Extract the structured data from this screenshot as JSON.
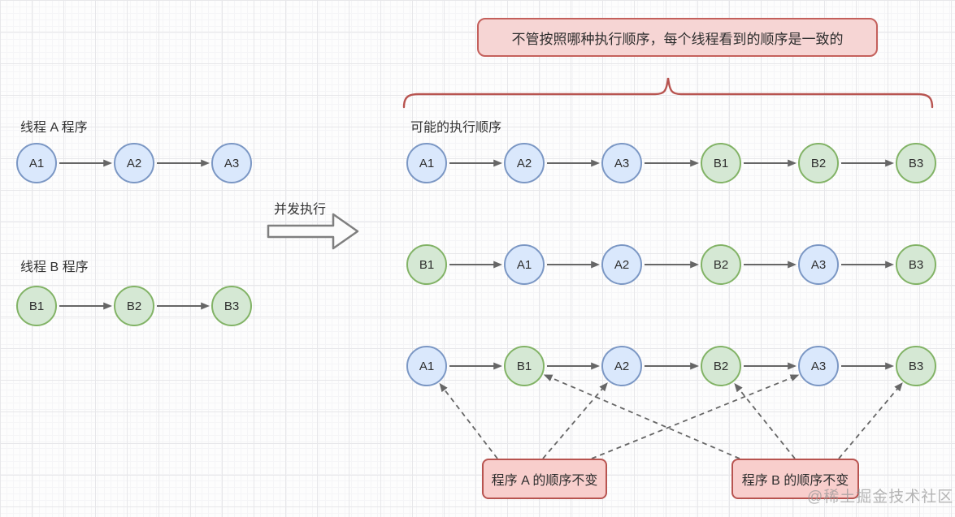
{
  "annotation_top": {
    "text": "不管按照哪种执行顺序，每个线程看到的顺序是一致的"
  },
  "left_panel": {
    "thread_a_label": "线程 A 程序",
    "thread_b_label": "线程 B 程序",
    "thread_a_nodes": [
      {
        "label": "A1",
        "type": "A"
      },
      {
        "label": "A2",
        "type": "A"
      },
      {
        "label": "A3",
        "type": "A"
      }
    ],
    "thread_b_nodes": [
      {
        "label": "B1",
        "type": "B"
      },
      {
        "label": "B2",
        "type": "B"
      },
      {
        "label": "B3",
        "type": "B"
      }
    ]
  },
  "concurrent_arrow": {
    "label": "并发执行"
  },
  "right_panel": {
    "title": "可能的执行顺序",
    "rows": [
      {
        "nodes": [
          {
            "label": "A1",
            "type": "A"
          },
          {
            "label": "A2",
            "type": "A"
          },
          {
            "label": "A3",
            "type": "A"
          },
          {
            "label": "B1",
            "type": "B"
          },
          {
            "label": "B2",
            "type": "B"
          },
          {
            "label": "B3",
            "type": "B"
          }
        ]
      },
      {
        "nodes": [
          {
            "label": "B1",
            "type": "B"
          },
          {
            "label": "A1",
            "type": "A"
          },
          {
            "label": "A2",
            "type": "A"
          },
          {
            "label": "B2",
            "type": "B"
          },
          {
            "label": "A3",
            "type": "A"
          },
          {
            "label": "B3",
            "type": "B"
          }
        ]
      },
      {
        "nodes": [
          {
            "label": "A1",
            "type": "A"
          },
          {
            "label": "B1",
            "type": "B"
          },
          {
            "label": "A2",
            "type": "A"
          },
          {
            "label": "B2",
            "type": "B"
          },
          {
            "label": "A3",
            "type": "A"
          },
          {
            "label": "B3",
            "type": "B"
          }
        ]
      }
    ]
  },
  "bottom_notes": {
    "program_a": {
      "text": "程序 A 的顺序不变",
      "targets": [
        "A1",
        "A2",
        "A3"
      ]
    },
    "program_b": {
      "text": "程序 B 的顺序不变",
      "targets": [
        "B1",
        "B2",
        "B3"
      ]
    }
  },
  "watermark": "@稀土掘金技术社区",
  "colors": {
    "thread_a_fill": "#dae8fc",
    "thread_a_stroke": "#7b97c4",
    "thread_b_fill": "#d5e8d4",
    "thread_b_stroke": "#82b366",
    "note_fill": "#f8cecc",
    "note_stroke": "#b85450",
    "annotation_fill": "#f6d5d4",
    "annotation_stroke": "#c4605c",
    "arrow": "#666666",
    "brace": "#b85450"
  }
}
